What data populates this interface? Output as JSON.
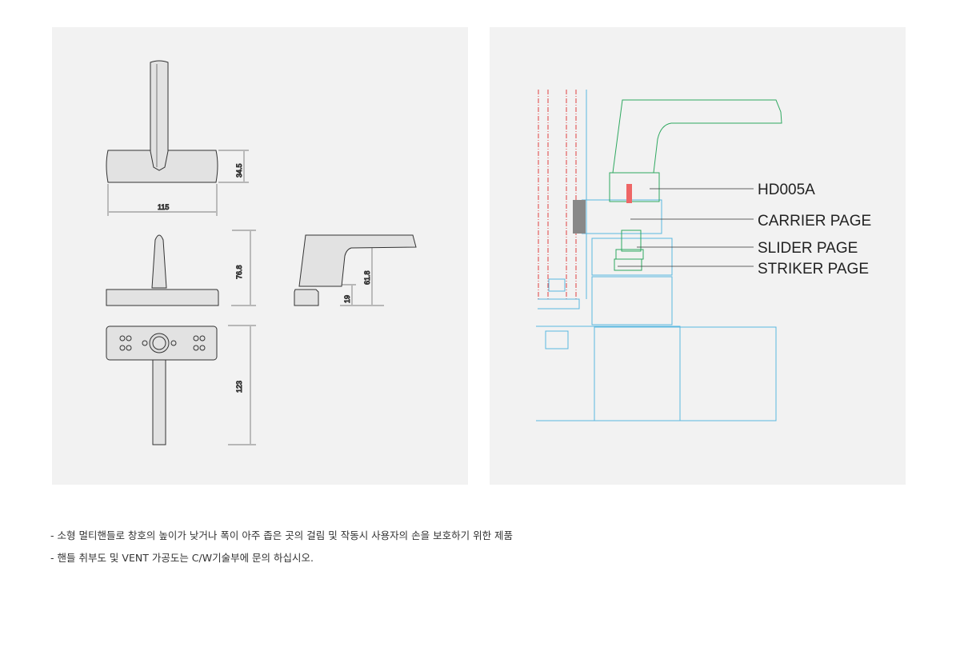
{
  "dimensions": {
    "width": "115",
    "base_height": "34.5",
    "height": "76.8",
    "side_height": "61.8",
    "base_thickness": "19",
    "length": "123"
  },
  "section_labels": [
    "HD005A",
    "CARRIER PAGE",
    "SLIDER PAGE",
    "STRIKER PAGE"
  ],
  "notes": [
    "- 소형 멀티핸들로 창호의 높이가 낮거나 폭이 아주 좁은 곳의 걸림 및 작동시 사용자의 손을 보호하기 위한 제품",
    "- 핸들 취부도 및 VENT 가공도는 C/W기술부에 문의 하십시오."
  ],
  "colors": {
    "panel": "#f2f2f2",
    "part_fill": "#e2e2e2",
    "outline": "#333333",
    "profile": "#5ab8e0",
    "handle": "#2fa860",
    "glass": "#e04040"
  }
}
